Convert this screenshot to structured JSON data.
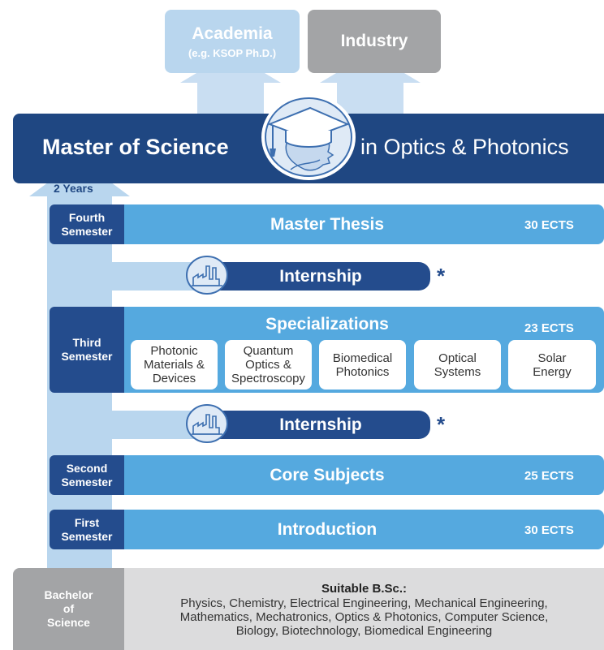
{
  "top": {
    "academia_title": "Academia",
    "academia_sub": "(e.g. KSOP Ph.D.)",
    "industry_title": "Industry"
  },
  "master": {
    "title": "Master of Science",
    "subtitle": "in Optics & Photonics",
    "duration": "2 Years"
  },
  "semesters": {
    "fourth_label": [
      "Fourth",
      "Semester"
    ],
    "fourth_title": "Master Thesis",
    "fourth_ects": "30 ECTS",
    "third_label": [
      "Third",
      "Semester"
    ],
    "third_title": "Specializations",
    "third_ects": "23 ECTS",
    "second_label": [
      "Second",
      "Semester"
    ],
    "second_title": "Core Subjects",
    "second_ects": "25 ECTS",
    "first_label": [
      "First",
      "Semester"
    ],
    "first_title": "Introduction",
    "first_ects": "30 ECTS"
  },
  "specializations": [
    [
      "Photonic",
      "Materials &",
      "Devices"
    ],
    [
      "Quantum",
      "Optics &",
      "Spectroscopy"
    ],
    [
      "Biomedical",
      "Photonics"
    ],
    [
      "Optical",
      "Systems"
    ],
    [
      "Solar",
      "Energy"
    ]
  ],
  "internship": {
    "label": "Internship",
    "marker": "*"
  },
  "bachelor": {
    "label": [
      "Bachelor",
      "of",
      "Science"
    ],
    "heading": "Suitable B.Sc.:",
    "lines": [
      "Physics, Chemistry, Electrical Engineering, Mechanical Engineering,",
      "Mathematics, Mechatronics, Optics & Photonics, Computer Science,",
      "Biology, Biotechnology, Biomedical Engineering"
    ]
  },
  "colors": {
    "navy": "#1f4782",
    "mid_blue": "#55a9df",
    "light_blue": "#b9d6ee",
    "grey": "#a3a4a6"
  },
  "icons": {
    "graduation": "graduation-cap-icon",
    "factory": "factory-icon"
  }
}
